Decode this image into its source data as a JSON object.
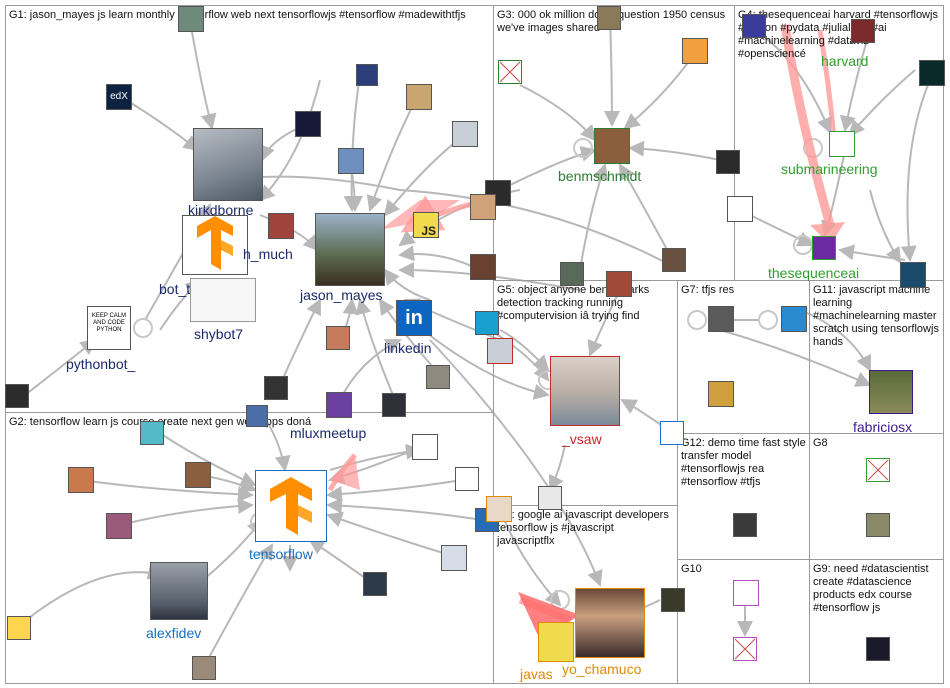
{
  "groups": [
    {
      "id": "G1",
      "text": "G1: jason_mayes js learn monthly tensorflow web next tensorflowjs #tensorflow #madewithtfjs"
    },
    {
      "id": "G2",
      "text": "G2: tensorflow learn js course create next gen web apps doná"
    },
    {
      "id": "G3",
      "text": "G3: 000 ok million dollar question 1950 census we've images shared"
    },
    {
      "id": "G4",
      "text": "G4: thesequenceai harvard #tensorflowjs #python #pydata #julialang #ai #machinelearning #dataviz #opensciencé"
    },
    {
      "id": "G5",
      "text": "G5: object anyone benchmarks detection tracking running #computervision iâ trying find"
    },
    {
      "id": "G6",
      "text": "G6: google ai javascript developers tensorflow js #javascript javascriptflx"
    },
    {
      "id": "G7",
      "text": "G7: tfjs res"
    },
    {
      "id": "G8",
      "text": "G8"
    },
    {
      "id": "G9",
      "text": "G9: need #datascientist create #datascience products edx course #tensorflow js"
    },
    {
      "id": "G10",
      "text": "G10"
    },
    {
      "id": "G11",
      "text": "G11: javascript machine learning #machinelearning master scratch using tensorflowjs hands"
    },
    {
      "id": "G12",
      "text": "G12: demo time fast style transfer model #tensorflowjs rea #tensorflow #tfjs"
    }
  ],
  "node_labels": {
    "kirkdborne": "kirkdborne",
    "bot_tensorflow": "bot_tensorflow",
    "much": "h_much",
    "shybot7": "shybot7",
    "jason_mayes": "jason_mayes",
    "linkedin": "linkedin",
    "pythonbot": "pythonbot_",
    "mluxmeetup": "mluxmeetup",
    "tensorflow": "tensorflow",
    "alexfidev": "alexfidev",
    "benmschmidt": "benmschmidt",
    "harvard": "harvard",
    "submarineering": "submarineering",
    "thesequenceai": "thesequenceai",
    "vsaw": "_vsaw",
    "fabriciosx": "fabriciosx",
    "yo_chamuco": "yo_chamuco",
    "javas": "javas"
  },
  "colors": {
    "g1_label": "#1b2a6b",
    "g2_label": "#1a6fc2",
    "g3_label": "#2e7d32",
    "g4_label": "#2e9e2e",
    "g5_label": "#c62828",
    "g6_label": "#e08a00",
    "g11_label": "#3a1a8a",
    "edge": "#b8b8b8",
    "highlight_edge": "#ff8a8a"
  },
  "icons": {
    "keep_calm": "KEEP CALM AND CODE PYTHON",
    "js": "JS",
    "linkedin": "in",
    "edx": "edX"
  }
}
